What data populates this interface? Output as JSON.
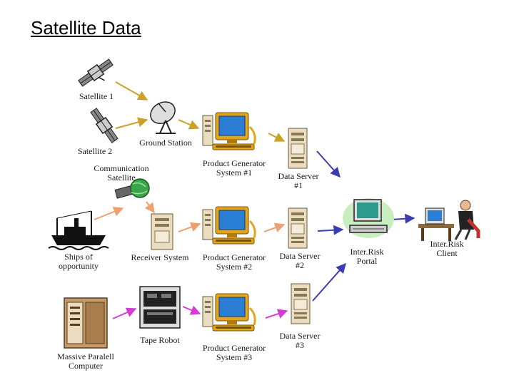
{
  "title": "Satellite Data",
  "colors": {
    "arrow_gold": "#c9a227",
    "arrow_salmon": "#f0a070",
    "arrow_magenta": "#d63bd6",
    "arrow_blue": "#3b3bb3",
    "monitor_screen": "#2a7fd4",
    "tower_beige": "#eadcc0"
  },
  "nodes": {
    "satellite1": {
      "label_l1": "Satellite 1",
      "icon": "satellite-icon"
    },
    "satellite2": {
      "label_l1": "Satellite 2",
      "icon": "satellite-icon"
    },
    "ground_station": {
      "label_l1": "Ground Station",
      "icon": "satellite-dish-icon"
    },
    "comm_satellite": {
      "label_l1": "Communication",
      "label_l2": "Satellite",
      "icon": "communication-satellite-icon"
    },
    "ships": {
      "label_l1": "Ships of",
      "label_l2": "opportunity",
      "icon": "ship-icon"
    },
    "receiver": {
      "label_l1": "Receiver System",
      "icon": "computer-tower-icon"
    },
    "massive_computer": {
      "label_l1": "Massive Paralell",
      "label_l2": "Computer",
      "icon": "mainframe-cabinet-icon"
    },
    "tape_robot": {
      "label_l1": "Tape Robot",
      "icon": "tape-robot-icon"
    },
    "pg1": {
      "label_l1": "Product Generator",
      "label_l2": "System #1",
      "icon": "workstation-icon"
    },
    "pg2": {
      "label_l1": "Product Generator",
      "label_l2": "System #2",
      "icon": "workstation-icon"
    },
    "pg3": {
      "label_l1": "Product Generator",
      "label_l2": "System #3",
      "icon": "workstation-icon"
    },
    "ds1": {
      "label_l1": "Data Server",
      "label_l2": "#1",
      "icon": "server-tower-icon"
    },
    "ds2": {
      "label_l1": "Data Server",
      "label_l2": "#2",
      "icon": "server-tower-icon"
    },
    "ds3": {
      "label_l1": "Data Server",
      "label_l2": "#3",
      "icon": "server-tower-icon"
    },
    "portal": {
      "label_l1": "Inter.Risk",
      "label_l2": "Portal",
      "icon": "portal-computer-icon"
    },
    "client": {
      "label_l1": "Inter.Risk",
      "label_l2": "Client",
      "icon": "client-user-desk-icon"
    }
  }
}
